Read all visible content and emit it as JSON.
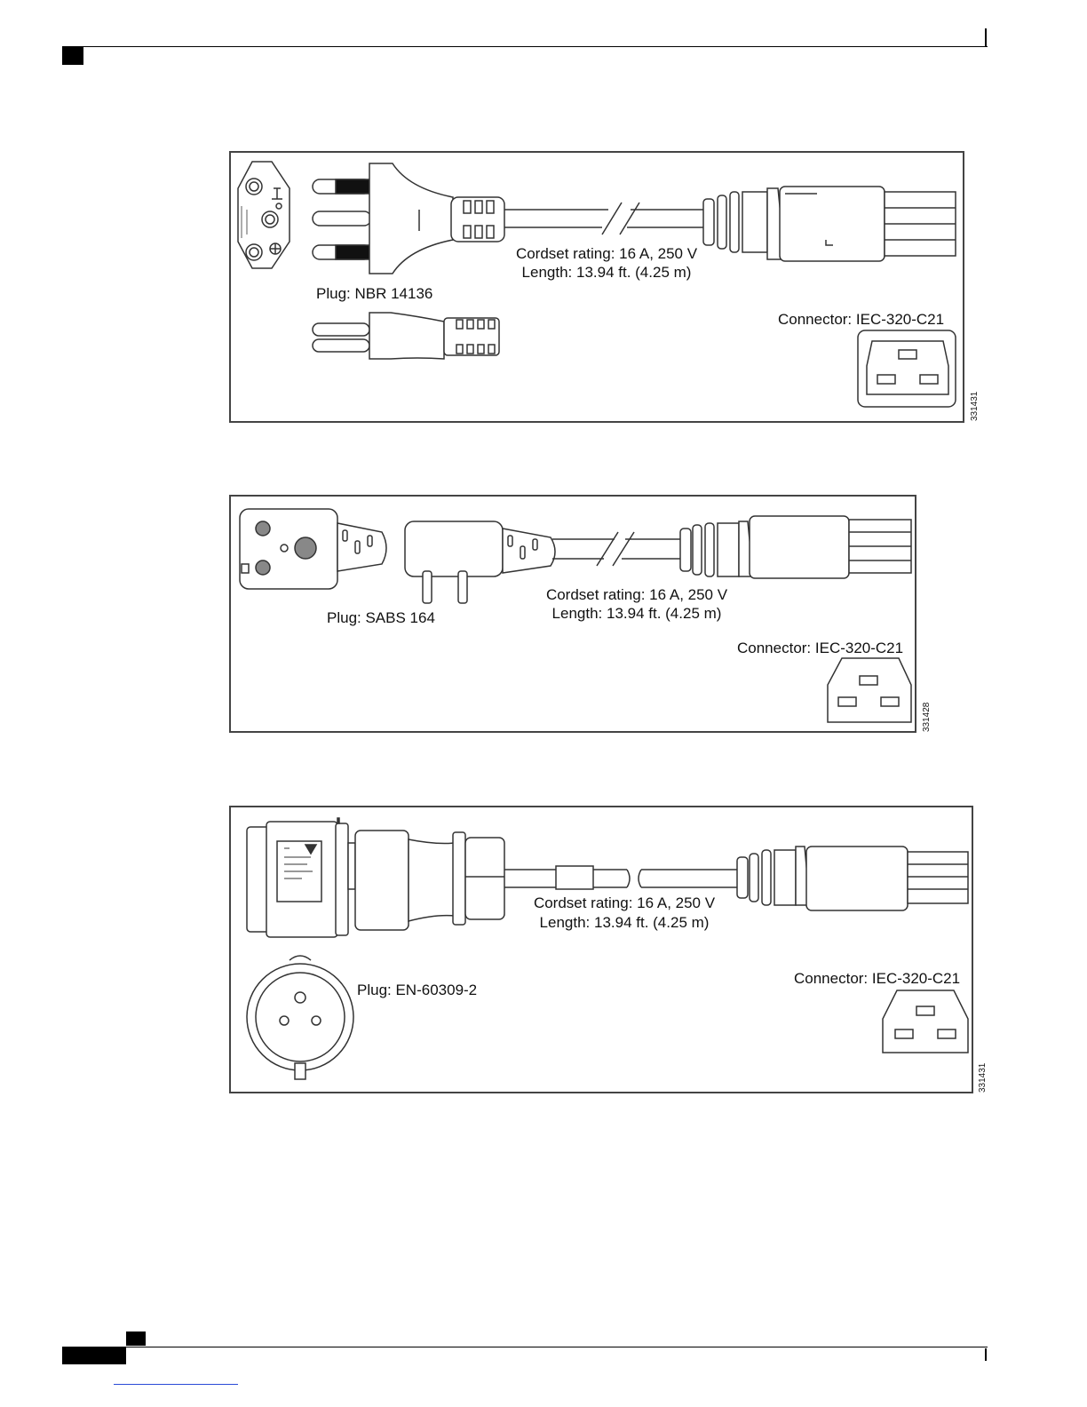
{
  "figures": [
    {
      "plug_label": "Plug: NBR 14136",
      "rating_line1": "Cordset rating: 16 A, 250 V",
      "rating_line2": "Length: 13.94 ft. (4.25 m)",
      "connector_label": "Connector: IEC-320-C21",
      "figure_id": "331431",
      "plug_face_icon": "nbr-14136-plug-face-icon",
      "plug_side_icon": "nbr-14136-plug-side-icon",
      "connector_icon": "iec-320-c21-connector-icon"
    },
    {
      "plug_label": "Plug: SABS 164",
      "rating_line1": "Cordset rating: 16 A, 250 V",
      "rating_line2": "Length: 13.94 ft. (4.25 m)",
      "connector_label": "Connector: IEC-320-C21",
      "figure_id": "331428",
      "plug_face_icon": "sabs-164-plug-face-icon",
      "plug_side_icon": "sabs-164-plug-side-icon",
      "connector_icon": "iec-320-c21-connector-icon"
    },
    {
      "plug_label": "Plug: EN-60309-2",
      "rating_line1": "Cordset rating: 16 A, 250 V",
      "rating_line2": "Length: 13.94 ft. (4.25 m)",
      "connector_label": "Connector: IEC-320-C21",
      "figure_id": "331431",
      "plug_face_icon": "en-60309-2-plug-face-icon",
      "plug_side_icon": "en-60309-2-plug-side-icon",
      "connector_icon": "iec-320-c21-connector-icon"
    }
  ]
}
